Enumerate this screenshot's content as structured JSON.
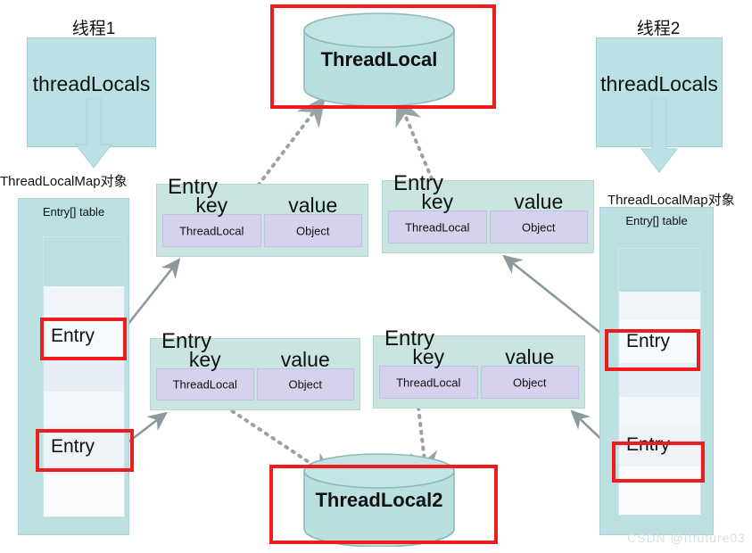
{
  "diagram": {
    "title": "ThreadLocal / ThreadLocalMap structure",
    "colors": {
      "teal_box": "#bbe1e4",
      "table_box": "#bcdfe1",
      "entry_header": "#c9e4e1",
      "kv_cell": "#d4d2ed",
      "highlight_red": "#ee1c1c",
      "arrow_gray": "#8a9a9c",
      "cylinder": "#b9dfe0"
    }
  },
  "threads": [
    {
      "title": "线程1",
      "box_label": "threadLocals",
      "map_label": "ThreadLocalMap对象",
      "table_caption": "Entry[] table",
      "slots": [
        "",
        "",
        "Entry",
        "",
        "",
        "Entry",
        ""
      ],
      "highlighted_slots": [
        2,
        5
      ]
    },
    {
      "title": "线程2",
      "box_label": "threadLocals",
      "map_label": "ThreadLocalMap对象",
      "table_caption": "Entry[] table",
      "slots": [
        "",
        "",
        "Entry",
        "",
        "",
        "Entry",
        ""
      ],
      "highlighted_slots": [
        2,
        5
      ]
    }
  ],
  "entries": [
    {
      "id": "entry-top-left",
      "title": "Entry",
      "key_head": "key",
      "key_value": "ThreadLocal",
      "value_head": "value",
      "value_value": "Object"
    },
    {
      "id": "entry-top-right",
      "title": "Entry",
      "key_head": "key",
      "key_value": "ThreadLocal",
      "value_head": "value",
      "value_value": "Object"
    },
    {
      "id": "entry-bottom-left",
      "title": "Entry",
      "key_head": "key",
      "key_value": "ThreadLocal",
      "value_head": "value",
      "value_value": "Object"
    },
    {
      "id": "entry-bottom-right",
      "title": "Entry",
      "key_head": "key",
      "key_value": "ThreadLocal",
      "value_head": "value",
      "value_value": "Object"
    }
  ],
  "cylinders": [
    {
      "id": "threadlocal-1",
      "label": "ThreadLocal",
      "highlighted": true
    },
    {
      "id": "threadlocal-2",
      "label": "ThreadLocal2",
      "highlighted": true
    }
  ],
  "watermark": "CSDN @Itfuture03"
}
